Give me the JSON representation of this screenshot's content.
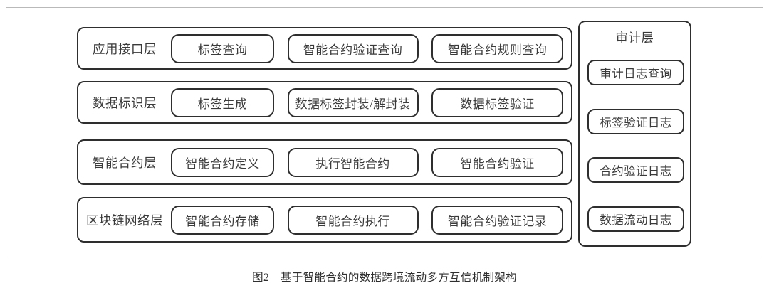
{
  "figure": {
    "caption_number": "图2",
    "caption_text": "基于智能合约的数据跨境流动多方互信机制架构"
  },
  "colors": {
    "border": "#2e2e2e",
    "text": "#3a3a3a",
    "frame": "#b9b9b9",
    "background": "#ffffff"
  },
  "layers": [
    {
      "label": "应用接口层",
      "items": [
        "标签查询",
        "智能合约验证查询",
        "智能合约规则查询"
      ]
    },
    {
      "label": "数据标识层",
      "items": [
        "标签生成",
        "数据标签封装/解封装",
        "数据标签验证"
      ]
    },
    {
      "label": "智能合约层",
      "items": [
        "智能合约定义",
        "执行智能合约",
        "智能合约验证"
      ]
    },
    {
      "label": "区块链网络层",
      "items": [
        "智能合约存储",
        "智能合约执行",
        "智能合约验证记录"
      ]
    }
  ],
  "audit_panel": {
    "title": "审计层",
    "items": [
      "审计日志查询",
      "标签验证日志",
      "合约验证日志",
      "数据流动日志"
    ]
  }
}
